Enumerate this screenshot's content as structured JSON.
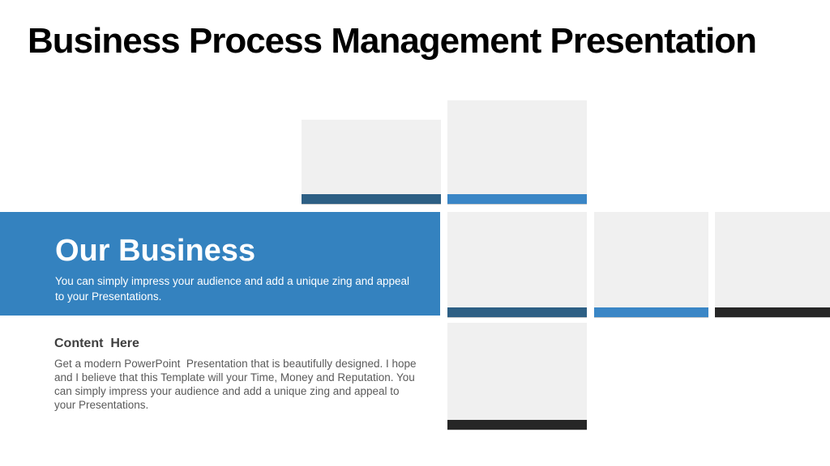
{
  "slide": {
    "title": "Business Process Management Presentation",
    "banner": {
      "heading": "Our Business",
      "subtitle": "You can simply impress your audience and add a unique zing and appeal to your Presentations."
    },
    "content": {
      "heading": "Content  Here",
      "body": "Get a modern PowerPoint  Presentation that is beautifully designed. I hope and I believe that this Template will your Time, Money and Reputation. You can simply impress your audience and add a unique zing and appeal to your Presentations."
    },
    "colors": {
      "banner_blue": "#3482bf",
      "dark_blue": "#2d5f84",
      "blue": "#3a86c6",
      "black": "#262626",
      "gray": "#f0f0f0"
    },
    "placeholders": [
      {
        "id": "top-left",
        "accent": "dark_blue"
      },
      {
        "id": "top-middle",
        "accent": "blue"
      },
      {
        "id": "mid-left",
        "accent": "dark_blue"
      },
      {
        "id": "mid-center",
        "accent": "blue"
      },
      {
        "id": "mid-right",
        "accent": "black"
      },
      {
        "id": "bottom",
        "accent": "black"
      }
    ]
  }
}
